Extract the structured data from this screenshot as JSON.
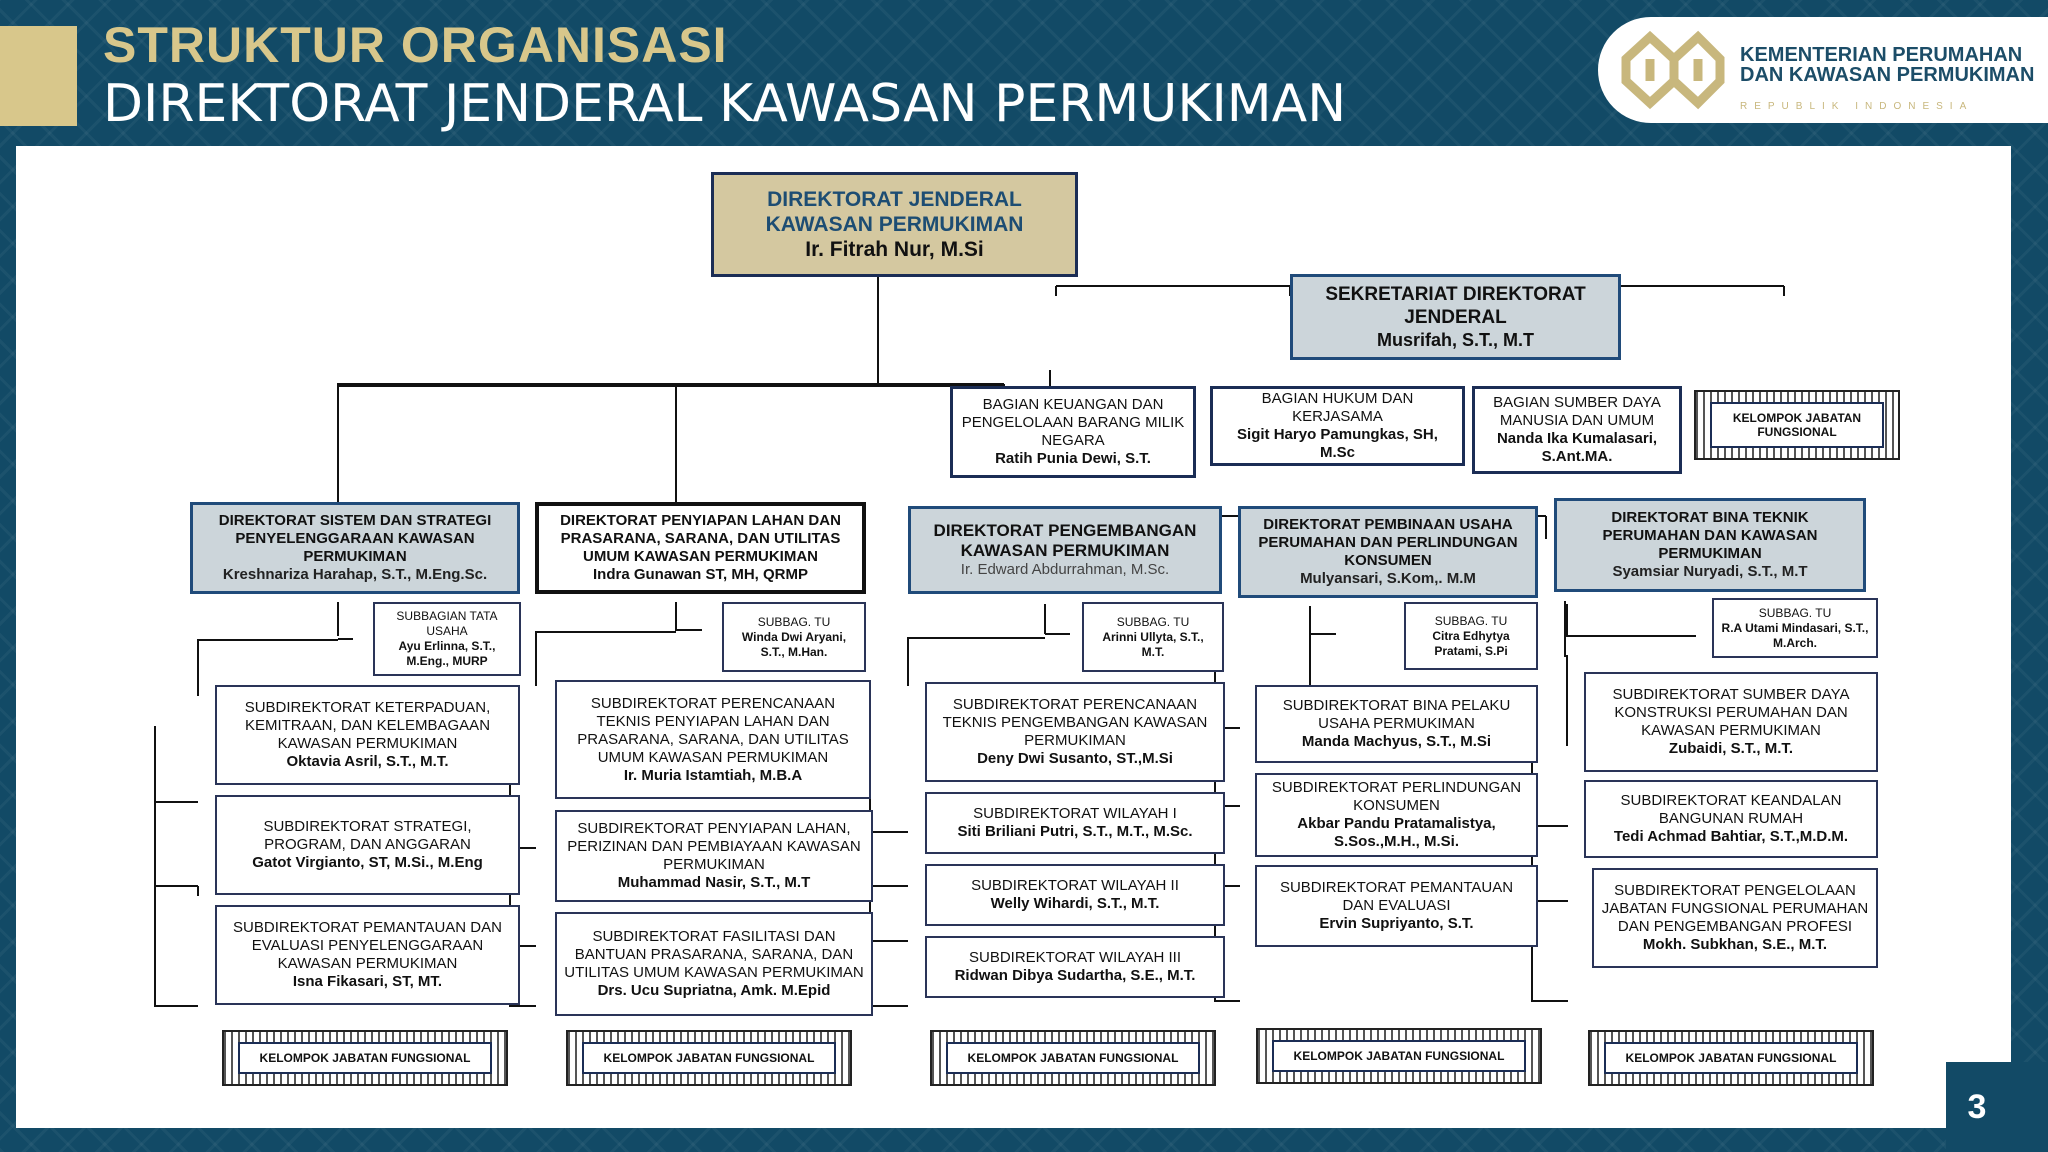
{
  "header": {
    "title_line1": "STRUKTUR ORGANISASI",
    "title_line2": "DIREKTORAT JENDERAL KAWASAN PERMUKIMAN",
    "title_color": "#d8c78b",
    "background_color": "#124a66"
  },
  "logo": {
    "line1": "KEMENTERIAN PERUMAHAN",
    "line2": "DAN KAWASAN PERMUKIMAN",
    "sub": "REPUBLIK INDONESIA",
    "icon": "ministry-emblem-icon"
  },
  "dirjen": {
    "t1": "DIREKTORAT JENDERAL",
    "t2": "KAWASAN PERMUKIMAN",
    "name": "Ir. Fitrah Nur, M.Si"
  },
  "sekretariat": {
    "t1": "SEKRETARIAT DIREKTORAT",
    "t2": "JENDERAL",
    "name": "Musrifah, S.T., M.T"
  },
  "bagian": [
    {
      "title": "BAGIAN KEUANGAN DAN PENGELOLAAN BARANG MILIK NEGARA",
      "name": "Ratih Punia Dewi, S.T."
    },
    {
      "title": "BAGIAN HUKUM DAN KERJASAMA",
      "name": "Sigit Haryo Pamungkas, SH, M.Sc"
    },
    {
      "title": "BAGIAN SUMBER DAYA MANUSIA DAN UMUM",
      "name": "Nanda Ika Kumalasari, S.Ant.MA."
    }
  ],
  "kjf_label": "KELOMPOK JABATAN FUNGSIONAL",
  "direktorat": [
    {
      "title": "DIREKTORAT SISTEM DAN STRATEGI PENYELENGGARAAN KAWASAN PERMUKIMAN",
      "name": "Kreshnariza Harahap, S.T., M.Eng.Sc.",
      "tu": {
        "title": "SUBBAGIAN TATA USAHA",
        "name": "Ayu Erlinna, S.T., M.Eng., MURP"
      },
      "subs": [
        {
          "title": "SUBDIREKTORAT KETERPADUAN, KEMITRAAN, DAN KELEMBAGAAN KAWASAN PERMUKIMAN",
          "name": "Oktavia Asril, S.T., M.T."
        },
        {
          "title": "SUBDIREKTORAT STRATEGI, PROGRAM, DAN ANGGARAN",
          "name": "Gatot Virgianto, ST, M.Si., M.Eng"
        },
        {
          "title": "SUBDIREKTORAT PEMANTAUAN DAN EVALUASI PENYELENGGARAAN KAWASAN PERMUKIMAN",
          "name": "Isna Fikasari, ST, MT."
        }
      ]
    },
    {
      "title": "DIREKTORAT PENYIAPAN LAHAN DAN PRASARANA, SARANA, DAN UTILITAS UMUM KAWASAN PERMUKIMAN",
      "name": "Indra Gunawan ST, MH, QRMP",
      "tu": {
        "title": "SUBBAG. TU",
        "name": "Winda Dwi Aryani, S.T., M.Han."
      },
      "subs": [
        {
          "title": "SUBDIREKTORAT PERENCANAAN TEKNIS PENYIAPAN LAHAN DAN PRASARANA, SARANA, DAN UTILITAS UMUM KAWASAN PERMUKIMAN",
          "name": "Ir. Muria Istamtiah, M.B.A"
        },
        {
          "title": "SUBDIREKTORAT PENYIAPAN LAHAN, PERIZINAN DAN PEMBIAYAAN KAWASAN PERMUKIMAN",
          "name": "Muhammad Nasir, S.T., M.T"
        },
        {
          "title": "SUBDIREKTORAT FASILITASI DAN BANTUAN PRASARANA, SARANA, DAN UTILITAS UMUM KAWASAN PERMUKIMAN",
          "name": "Drs. Ucu Supriatna, Amk. M.Epid"
        }
      ]
    },
    {
      "title": "DIREKTORAT PENGEMBANGAN KAWASAN PERMUKIMAN",
      "name": "Ir. Edward Abdurrahman, M.Sc.",
      "tu": {
        "title": "SUBBAG. TU",
        "name": "Arinni Ullyta, S.T., M.T."
      },
      "subs": [
        {
          "title": "SUBDIREKTORAT PERENCANAAN TEKNIS PENGEMBANGAN KAWASAN PERMUKIMAN",
          "name": "Deny Dwi Susanto, ST.,M.Si"
        },
        {
          "title": "SUBDIREKTORAT WILAYAH I",
          "name": "Siti Briliani Putri, S.T., M.T., M.Sc."
        },
        {
          "title": "SUBDIREKTORAT WILAYAH II",
          "name": "Welly Wihardi, S.T., M.T."
        },
        {
          "title": "SUBDIREKTORAT WILAYAH III",
          "name": "Ridwan Dibya Sudartha, S.E., M.T."
        }
      ]
    },
    {
      "title": "DIREKTORAT PEMBINAAN USAHA PERUMAHAN DAN PERLINDUNGAN KONSUMEN",
      "name": "Mulyansari, S.Kom,. M.M",
      "tu": {
        "title": "SUBBAG. TU",
        "name": "Citra Edhytya Pratami, S.Pi"
      },
      "subs": [
        {
          "title": "SUBDIREKTORAT BINA PELAKU USAHA PERMUKIMAN",
          "name": "Manda Machyus, S.T., M.Si"
        },
        {
          "title": "SUBDIREKTORAT PERLINDUNGAN KONSUMEN",
          "name": "Akbar Pandu Pratamalistya, S.Sos.,M.H., M.Si."
        },
        {
          "title": "SUBDIREKTORAT PEMANTAUAN DAN EVALUASI",
          "name": "Ervin Supriyanto, S.T."
        }
      ]
    },
    {
      "title": "DIREKTORAT BINA TEKNIK PERUMAHAN DAN KAWASAN PERMUKIMAN",
      "name": "Syamsiar Nuryadi, S.T., M.T",
      "tu": {
        "title": "SUBBAG. TU",
        "name": "R.A Utami Mindasari, S.T., M.Arch."
      },
      "subs": [
        {
          "title": "SUBDIREKTORAT SUMBER DAYA KONSTRUKSI PERUMAHAN DAN KAWASAN PERMUKIMAN",
          "name": "Zubaidi, S.T., M.T."
        },
        {
          "title": "SUBDIREKTORAT KEANDALAN BANGUNAN RUMAH",
          "name": "Tedi Achmad Bahtiar, S.T.,M.D.M."
        },
        {
          "title": "SUBDIREKTORAT PENGELOLAAN JABATAN FUNGSIONAL PERUMAHAN DAN PENGEMBANGAN PROFESI",
          "name": "Mokh. Subkhan, S.E., M.T."
        }
      ]
    }
  ],
  "page_number": "3"
}
